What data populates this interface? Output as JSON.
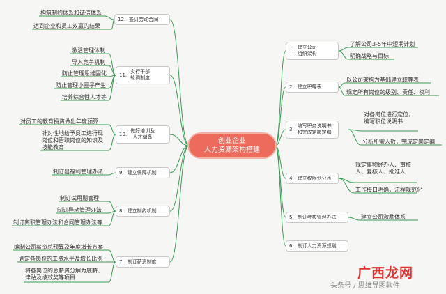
{
  "center": {
    "line1": "创业企业",
    "line2": "人力资源架构搭建"
  },
  "right": [
    {
      "num": "1.",
      "label1": "建立公司",
      "label2": "组织架构",
      "leaves": [
        "了解公司3-5年中短期计划",
        "明确战略与目标"
      ]
    },
    {
      "num": "2.",
      "label1": "建立职等表",
      "label2": "",
      "leaves": [
        "以公司架构为基础建立职等表",
        "规定所有岗位的级别、责任、权利"
      ]
    },
    {
      "num": "3.",
      "label1": "编写职务说明书",
      "label2": "和完成定岗定编",
      "leaves": [
        "对各岗位进行定位，编写职位说明书",
        "分析所需人数，完成定岗定编"
      ]
    },
    {
      "num": "4.",
      "label1": "建立权限划分表",
      "label2": "",
      "leaves": [
        "规定事物经办人、审核人、复核人、批准人",
        "工作接口明确，流程规范化"
      ]
    },
    {
      "num": "5.",
      "label1": "制订考核管理办法",
      "label2": "",
      "leaves": [
        "建立公司激励体系"
      ]
    },
    {
      "num": "6.",
      "label1": "制订人力资源规划",
      "label2": "",
      "leaves": []
    }
  ],
  "left": [
    {
      "num": "12.",
      "label1": "签订劳动合同",
      "label2": "",
      "leaves": [
        "构筑制约体系和诚信体系",
        "达到企业和员工双赢的结果"
      ]
    },
    {
      "num": "11.",
      "label1": "实行干部",
      "label2": "轮调制度",
      "leaves": [
        "激活管理体制",
        "导入竞争机制",
        "防止管理思维固化",
        "防止管理小圈子产生",
        "培养综合性人才等"
      ]
    },
    {
      "num": "10.",
      "label1": "做好培训及",
      "label2": "人才储备",
      "leaves": [
        "对员工的教育投资做出年度预算",
        "针对性地给予员工进行现岗位和晋职岗位的知识及技能教育"
      ]
    },
    {
      "num": "9.",
      "label1": "建立保障机制",
      "label2": "",
      "leaves": [
        "制订出福利管理办法"
      ]
    },
    {
      "num": "8.",
      "label1": "建立制约机制",
      "label2": "",
      "leaves": [
        "制订试用期管理",
        "制订异动管理办法",
        "制订离职管理办法和合同管理办法等"
      ]
    },
    {
      "num": "7.",
      "label1": "制订薪资制度",
      "label2": "",
      "leaves": [
        "编制公司薪资总预算及年度增长方案",
        "划定各岗位的工资水平及增长比例",
        "将各岗位的总薪资分解为底薪、津贴及绩效奖等项目"
      ]
    }
  ],
  "watermark": {
    "logo": "广西龙网",
    "caption": "头条号 / 思维导图软件"
  },
  "colors": {
    "center": "#ec6b5c",
    "line": "#3c9a54"
  }
}
